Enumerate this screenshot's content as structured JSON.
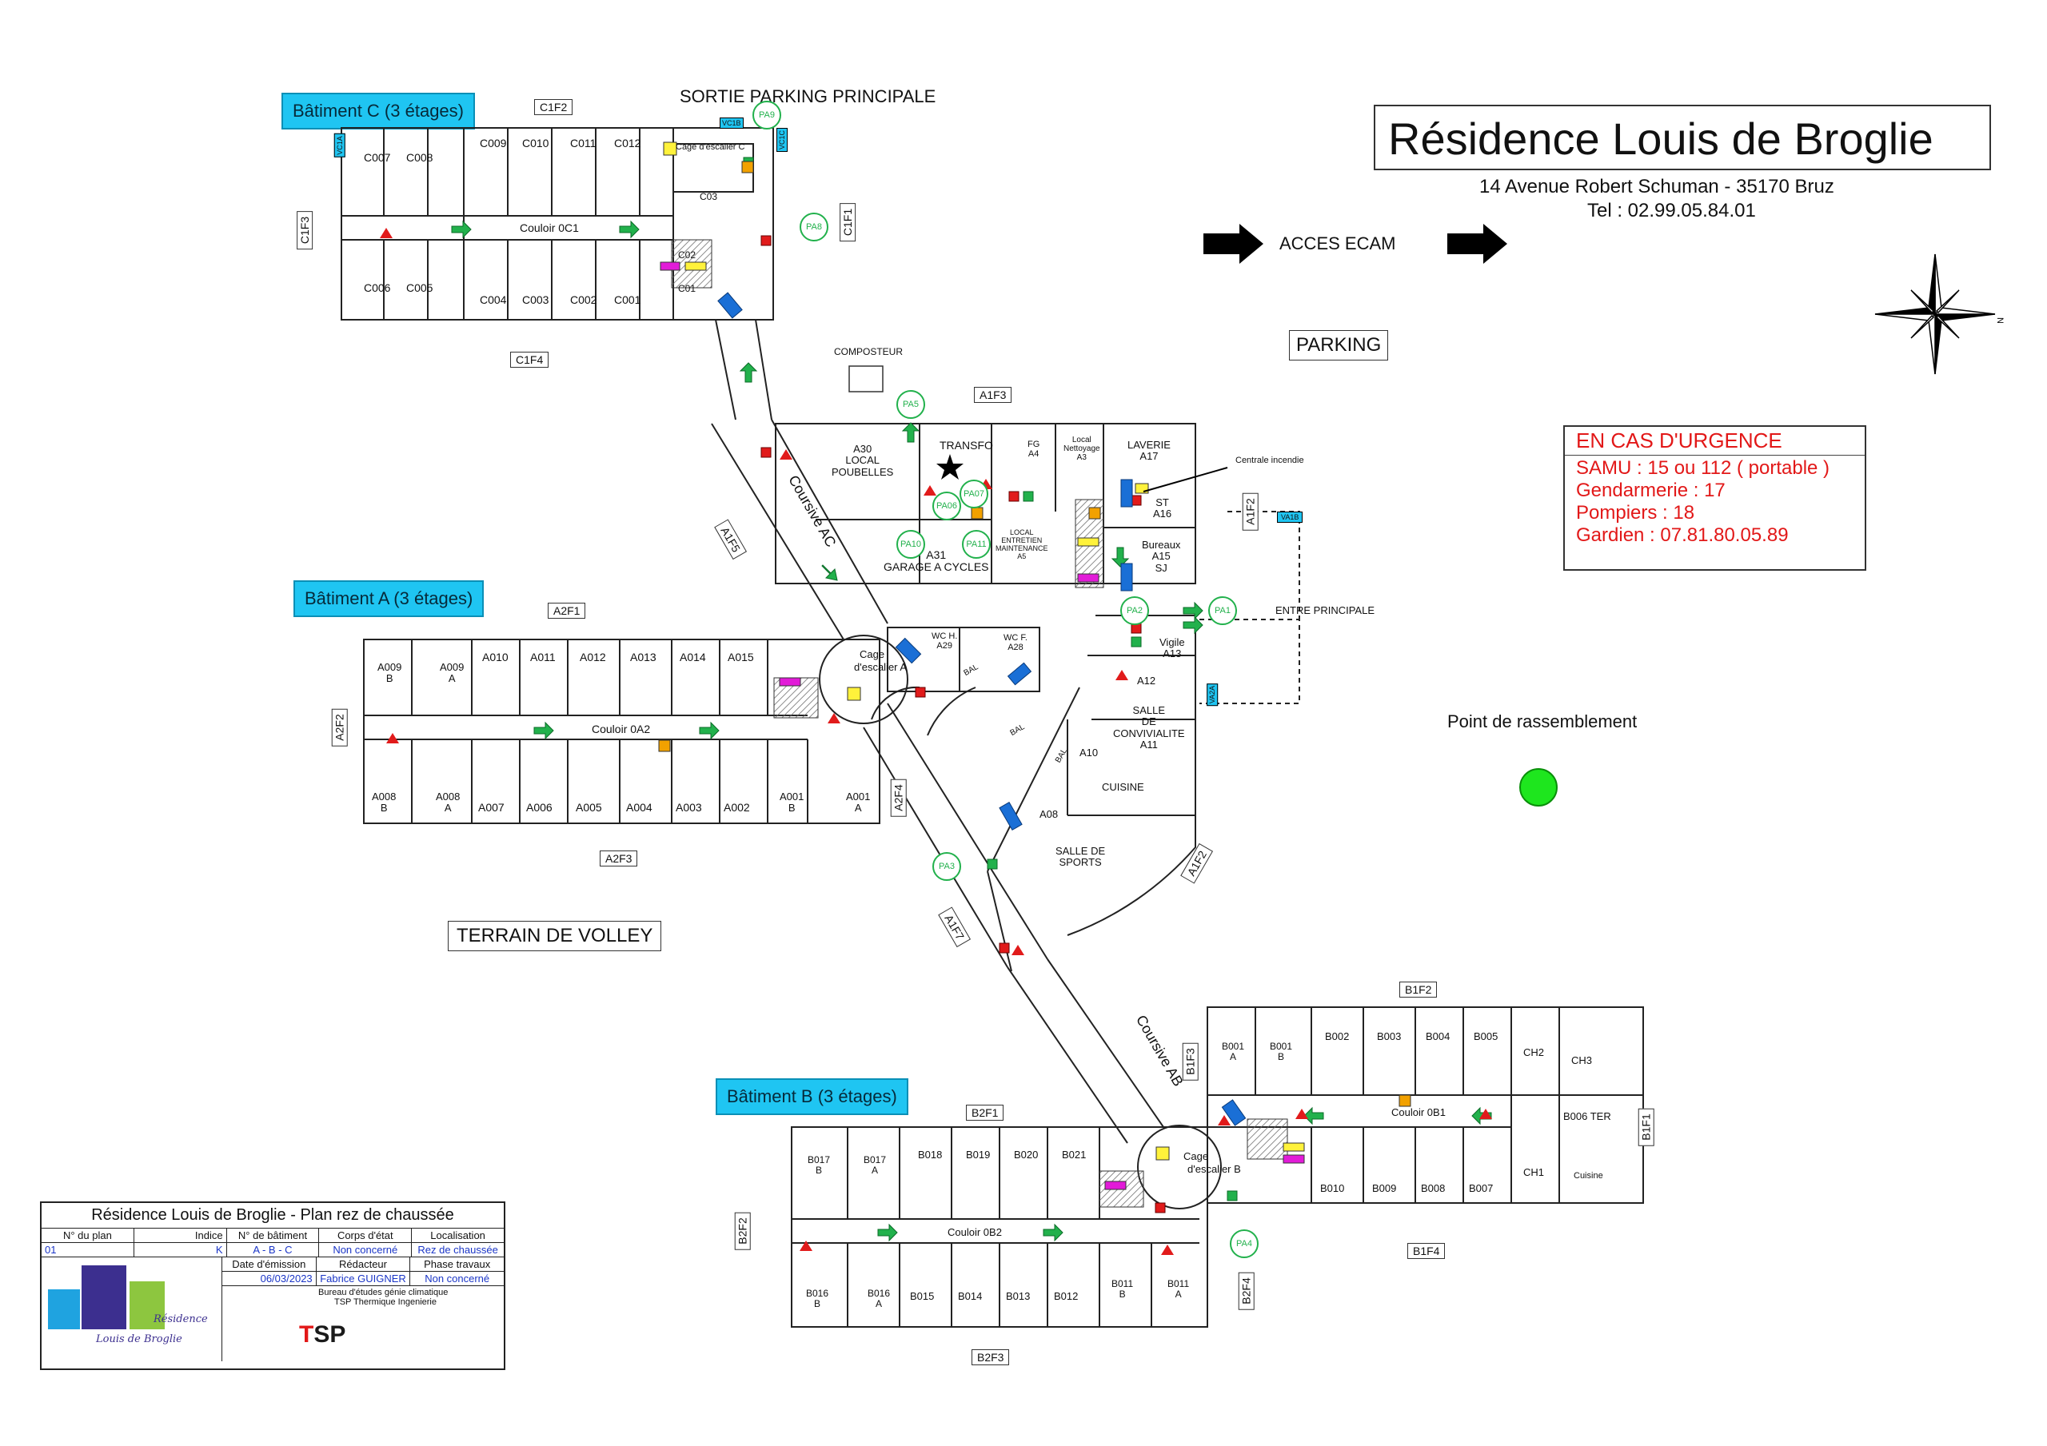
{
  "title": "Résidence Louis de Broglie",
  "address": "14  Avenue Robert Schuman - 35170 Bruz",
  "tel": "Tel : 02.99.05.84.01",
  "acces_ecam": "ACCES ECAM",
  "parking": "PARKING",
  "sortie_parking": "SORTIE PARKING PRINCIPALE",
  "terrain_volley": "TERRAIN DE VOLLEY",
  "point_rassemblement": "Point de rassemblement",
  "compass_letter": "N",
  "emergency": {
    "title": "EN CAS D'URGENCE",
    "lines": [
      "SAMU : 15 ou 112 ( portable )",
      "Gendarmerie : 17",
      "Pompiers : 18",
      "Gardien : 07.81.80.05.89"
    ]
  },
  "buildings": {
    "c": "Bâtiment C (3 étages)",
    "a": "Bâtiment A (3 étages)",
    "b": "Bâtiment B (3 étages)"
  },
  "facade_labels": {
    "C1F2": "C1F2",
    "C1F3": "C1F3",
    "C1F4": "C1F4",
    "C1F1": "C1F1",
    "A1F3": "A1F3",
    "A1F5": "A1F5",
    "A1F2": "A1F2",
    "A2F1": "A2F1",
    "A2F2": "A2F2",
    "A2F3": "A2F3",
    "A2F4": "A2F4",
    "A1F7": "A1F7",
    "B1F2": "B1F2",
    "B1F3": "B1F3",
    "B1F1": "B1F1",
    "B1F4": "B1F4",
    "B2F1": "B2F1",
    "B2F2": "B2F2",
    "B2F3": "B2F3",
    "B2F4": "B2F4"
  },
  "rooms_c": {
    "top": [
      "C007",
      "C008",
      "C009",
      "C010",
      "C011",
      "C012"
    ],
    "bottom": [
      "C006",
      "C005",
      "C004",
      "C003",
      "C002",
      "C001"
    ],
    "couloir": "Couloir 0C1",
    "cage": "Cage d'escalier C",
    "c03": "C03",
    "c02": "C02",
    "c01": "C01"
  },
  "rooms_a": {
    "top": [
      "A010",
      "A011",
      "A012",
      "A013",
      "A014",
      "A015"
    ],
    "a009b": "A009\nB",
    "a009a": "A009\nA",
    "bottom": [
      "A007",
      "A006",
      "A005",
      "A004",
      "A003",
      "A002"
    ],
    "a008b": "A008\nB",
    "a008a": "A008\nA",
    "a001b": "A001\nB",
    "a001a": "A001\nA",
    "couloir": "Couloir 0A2",
    "cage_line1": "Cage",
    "cage_line2": "d'escalier A"
  },
  "rooms_center": {
    "composteur": "COMPOSTEUR",
    "a30": [
      "A30",
      "LOCAL",
      "POUBELLES"
    ],
    "transfo": "TRANSFO",
    "fg": [
      "FG",
      "A4"
    ],
    "local_nettoyage": [
      "Local",
      "Nettoyage",
      "A3"
    ],
    "laverie": [
      "LAVERIE",
      "A17"
    ],
    "centrale": "Centrale incendie",
    "st": [
      "ST",
      "A16"
    ],
    "bureaux": [
      "Bureaux",
      "A15",
      "SJ"
    ],
    "a31": [
      "A31",
      "GARAGE A CYCLES"
    ],
    "local_entretien": [
      "LOCAL",
      "ENTRETIEN",
      "MAINTENANCE",
      "A5"
    ],
    "entree": "ENTRE PRINCIPALE",
    "vigile": [
      "Vigile",
      "A13"
    ],
    "wch": [
      "WC H.",
      "A29"
    ],
    "wcf": [
      "WC F.",
      "A28"
    ],
    "a12": "A12",
    "salle_conv": [
      "SALLE",
      "DE",
      "CONVIVIALITE",
      "A11"
    ],
    "a10": "A10",
    "cuisine": "CUISINE",
    "a08": "A08",
    "salle_sports": [
      "SALLE DE",
      "SPORTS"
    ],
    "bal": "BAL",
    "coursive_ac": "Coursive AC",
    "coursive_ab": "Coursive AB"
  },
  "rooms_b": {
    "b1_top": [
      "B002",
      "B003",
      "B004",
      "B005"
    ],
    "b001b": "B001\nA",
    "b001a": "B001\nB",
    "b1_bottom": [
      "B010",
      "B009",
      "B008",
      "B007"
    ],
    "ch2": "CH2",
    "ch3": "CH3",
    "ch1": "CH1",
    "cuisine": "Cuisine",
    "b006": "B006 TER",
    "couloir_b1": "Couloir 0B1",
    "b2_top": [
      "B018",
      "B019",
      "B020",
      "B021"
    ],
    "b017b": "B017\nB",
    "b017a": "B017\nA",
    "b2_bottom": [
      "B015",
      "B014",
      "B013",
      "B012"
    ],
    "b016b": "B016\nB",
    "b016a": "B016\nA",
    "b011b": "B011\nB",
    "b011a": "B011\nA",
    "couloir_b2": "Couloir 0B2",
    "cage_line1": "Cage",
    "cage_line2": "d'escalier B"
  },
  "points": [
    "PA9",
    "PA8",
    "PA5",
    "PA07",
    "PA06",
    "PA10",
    "PA11",
    "PA2",
    "PA1",
    "PA3",
    "PA4"
  ],
  "cyan_tags": [
    "VC1A",
    "VC1B",
    "VC1C",
    "VA1B",
    "VA2A"
  ],
  "title_block": {
    "title": "Résidence Louis de Broglie - Plan rez de chaussée",
    "headers": [
      "N° du plan",
      "Indice",
      "N° de bâtiment",
      "Corps d'état",
      "Localisation"
    ],
    "values": [
      "01",
      "K",
      "A - B - C",
      "Non concerné",
      "Rez de chaussée"
    ],
    "headers2": [
      "Date d'émission",
      "Rédacteur",
      "Phase travaux"
    ],
    "values2": [
      "06/03/2023",
      "Fabrice GUIGNER",
      "Non concerné"
    ],
    "bureau": "Bureau d'études génie climatique",
    "tsp": "TSP Thermique Ingenierie",
    "logo_text_1": "Résidence",
    "logo_text_2": "Louis de Broglie"
  },
  "colors": {
    "tag_blue": "#1fc5f2",
    "emergency_red": "#e21818",
    "assembly_green": "#1ee61e",
    "exit_green": "#22b14c",
    "extinguisher_red": "#e11b1b",
    "door_blue": "#1a6fd6"
  }
}
